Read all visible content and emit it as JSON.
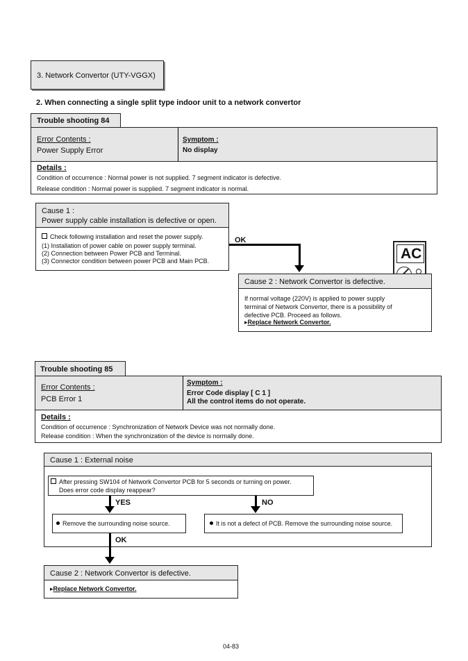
{
  "section_title": "3. Network Convertor (UTY-VGGX)",
  "subtitle": "2. When connecting a single split type indoor unit to a network convertor",
  "ts84": {
    "tab": "Trouble shooting  84",
    "error_contents_label": "Error Contents :",
    "error_contents_value": "Power Supply Error",
    "symptom_label": "Symptom :",
    "symptom_value": "No display",
    "details_label": "Details :",
    "details_line1": "Condition of occurrence :  Normal power is not supplied. 7 segment indicator is defective.",
    "details_line2": "Release condition : Normal power is supplied. 7 segment indicator is normal.",
    "cause1_title": "Cause 1 :",
    "cause1_text": "Power supply cable installation is defective or open.",
    "cause1_check": "Check following installation and reset the power supply.",
    "cause1_items": [
      "(1) Installation of power cable on power supply terminal.",
      "(2) Connection between Power PCB and Terminal.",
      "(3) Connector condition between power PCB and Main PCB."
    ],
    "ok_label": "OK",
    "meter_label": "AC",
    "cause2_title": "Cause 2 : Network Convertor is defective.",
    "cause2_text": [
      "If normal voltage (220V) is applied to power supply",
      "terminal of Network Convertor, there is a possibility of",
      "defective PCB. Proceed as follows."
    ],
    "cause2_action": "Replace Network Convertor."
  },
  "ts85": {
    "tab": "Trouble shooting 85",
    "error_contents_label": "Error Contents :",
    "error_contents_value": "PCB Error 1",
    "symptom_label": "Symptom :",
    "symptom_line1": "Error Code display [ C 1 ]",
    "symptom_line2": "All the control items do not operate.",
    "details_label": "Details :",
    "details_line1": "Condition of occurrence : Synchronization of Network Device was not normally done.",
    "details_line2": "Release condition : When the synchronization of the device is normally done.",
    "cause1_title": "Cause 1 : External noise",
    "question_line1": "After pressing SW104 of Network Convertor PCB for 5 seconds or turning on power.",
    "question_line2": "Does error code display reappear?",
    "yes_label": "YES",
    "no_label": "NO",
    "yes_action": "Remove the surrounding noise source.",
    "no_action": "It is not a defect of PCB. Remove the surrounding noise source.",
    "ok_label": "OK",
    "cause2_title": "Cause 2 : Network Convertor is defective.",
    "cause2_action": "Replace Network Convertor."
  },
  "page_number": "04-83"
}
